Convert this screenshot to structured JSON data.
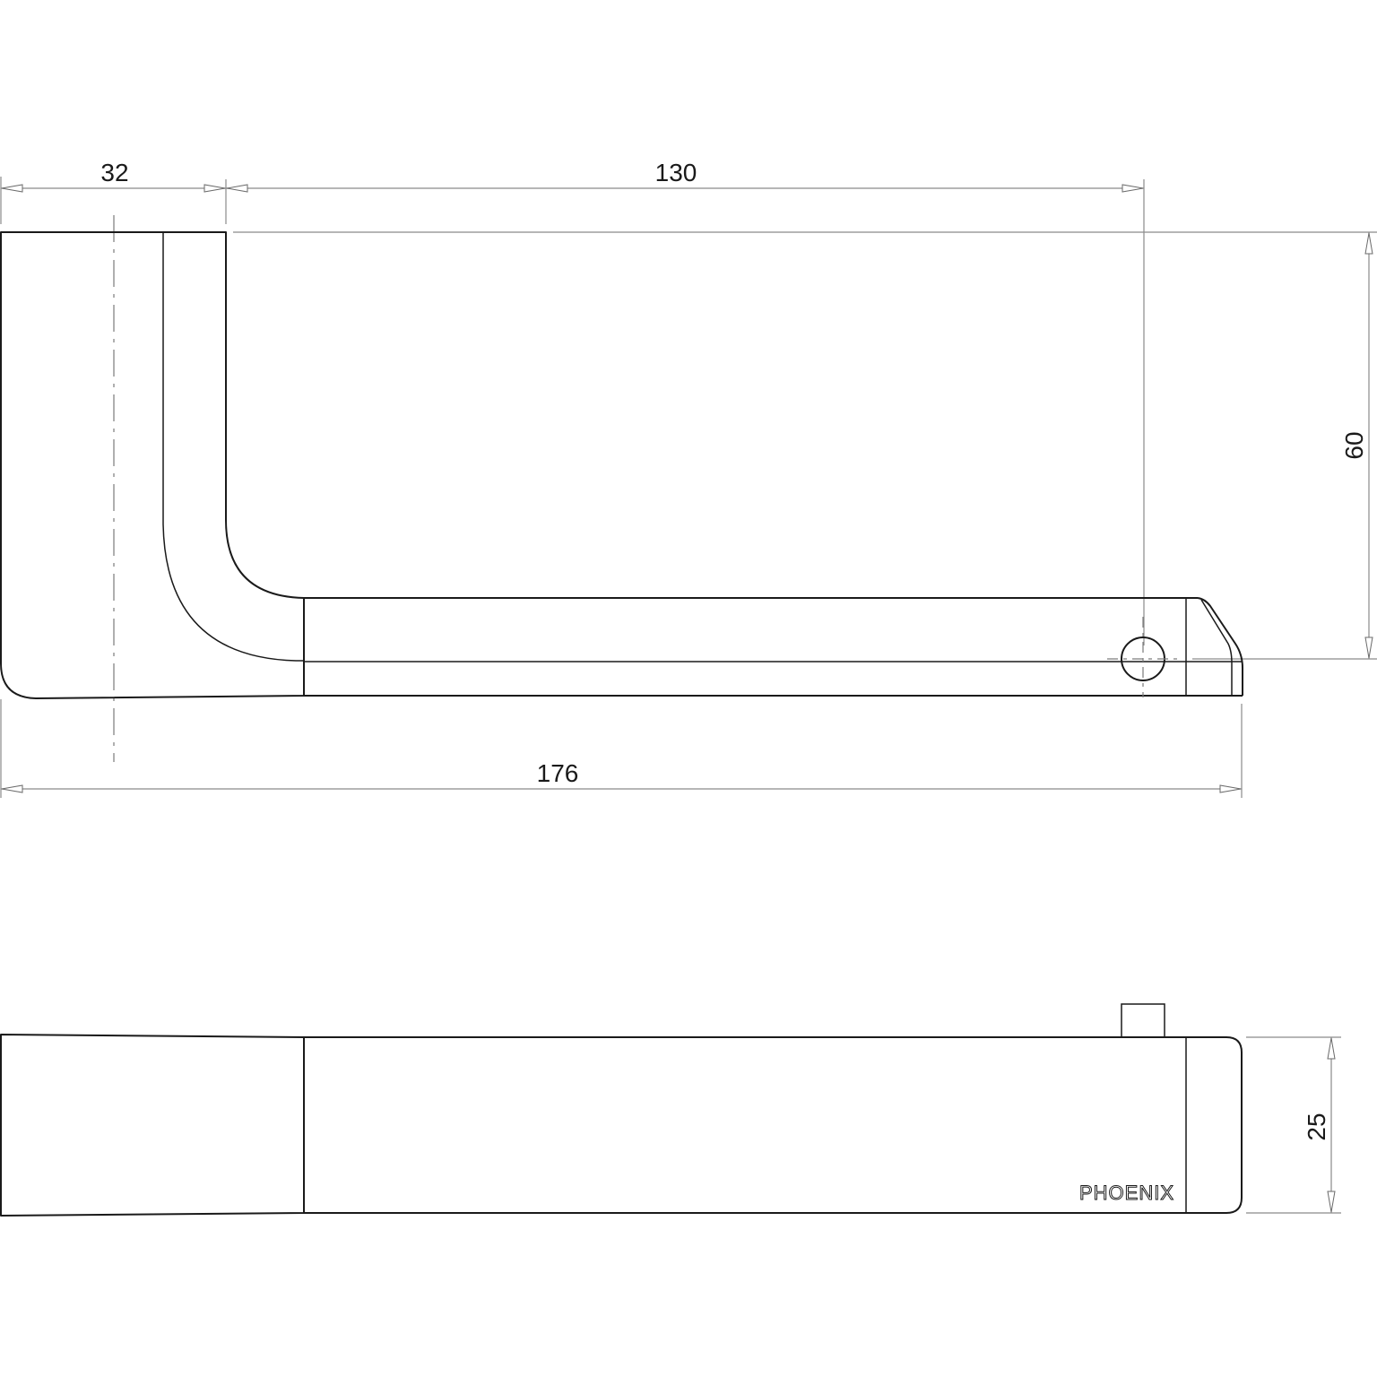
{
  "drawing": {
    "type": "technical-drawing",
    "subject": "toilet roll holder",
    "views": [
      "front-view",
      "top-view"
    ],
    "colors": {
      "outline": "#1a1a1a",
      "dimension": "#8a8a8a",
      "background": "#ffffff"
    }
  },
  "front_view": {
    "dimensions": {
      "base_width": "32",
      "arm_length": "130",
      "overall_length": "176",
      "height": "60"
    }
  },
  "top_view": {
    "dimensions": {
      "depth": "25"
    },
    "brand_label": "PHOENIX"
  }
}
